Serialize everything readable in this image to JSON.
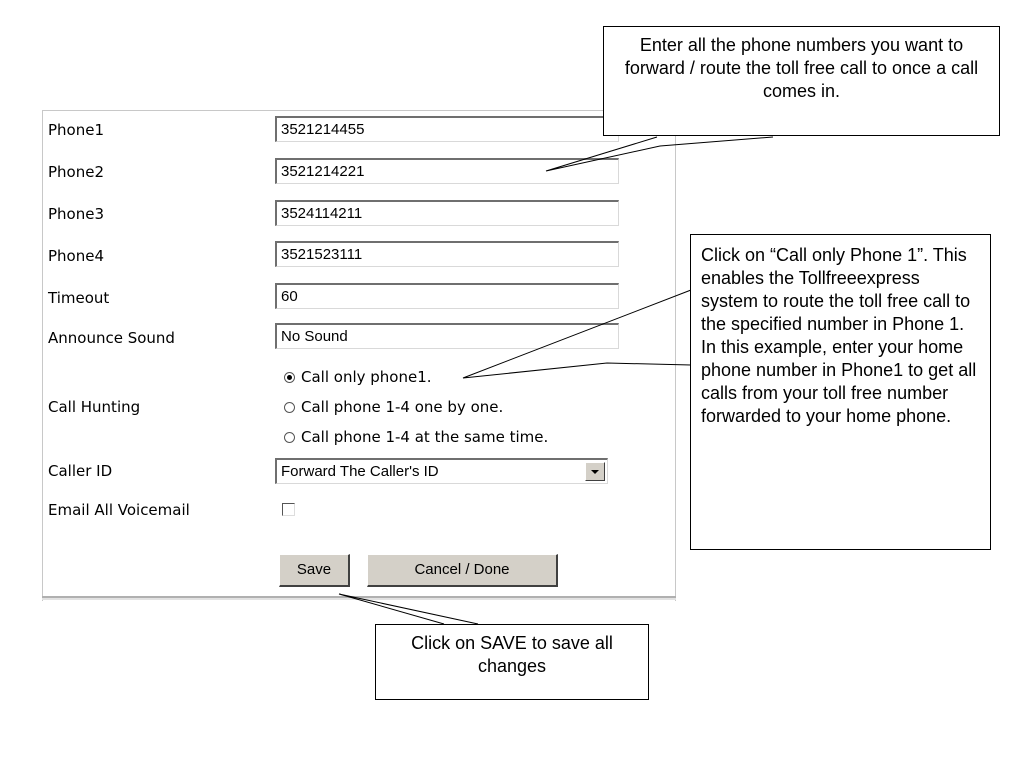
{
  "form": {
    "phone1": {
      "label": "Phone1",
      "value": "3521214455"
    },
    "phone2": {
      "label": "Phone2",
      "value": "3521214221"
    },
    "phone3": {
      "label": "Phone3",
      "value": "3524114211"
    },
    "phone4": {
      "label": "Phone4",
      "value": "3521523111"
    },
    "timeout": {
      "label": "Timeout",
      "value": "60"
    },
    "announce_sound": {
      "label": "Announce Sound",
      "value": "No Sound"
    },
    "call_hunting": {
      "label": "Call Hunting",
      "options": [
        "Call only phone1.",
        "Call phone 1-4 one by one.",
        "Call phone 1-4 at the same time."
      ],
      "selected_index": 0
    },
    "caller_id": {
      "label": "Caller ID",
      "value": "Forward The Caller's ID"
    },
    "email_all_voicemail": {
      "label": "Email All Voicemail",
      "checked": false
    },
    "buttons": {
      "save": "Save",
      "cancel": "Cancel / Done"
    }
  },
  "callouts": {
    "phones": "Enter all the phone numbers you want to forward / route the toll free call to once a call comes in.",
    "call_only": "Click on “Call only Phone 1”. This enables the Tollfreeexpress system to route the toll free call to the specified number in Phone 1.  In this example, enter your home phone number in Phone1 to get all calls from your toll free number forwarded to your home phone.",
    "save": "Click on SAVE to save all changes"
  }
}
